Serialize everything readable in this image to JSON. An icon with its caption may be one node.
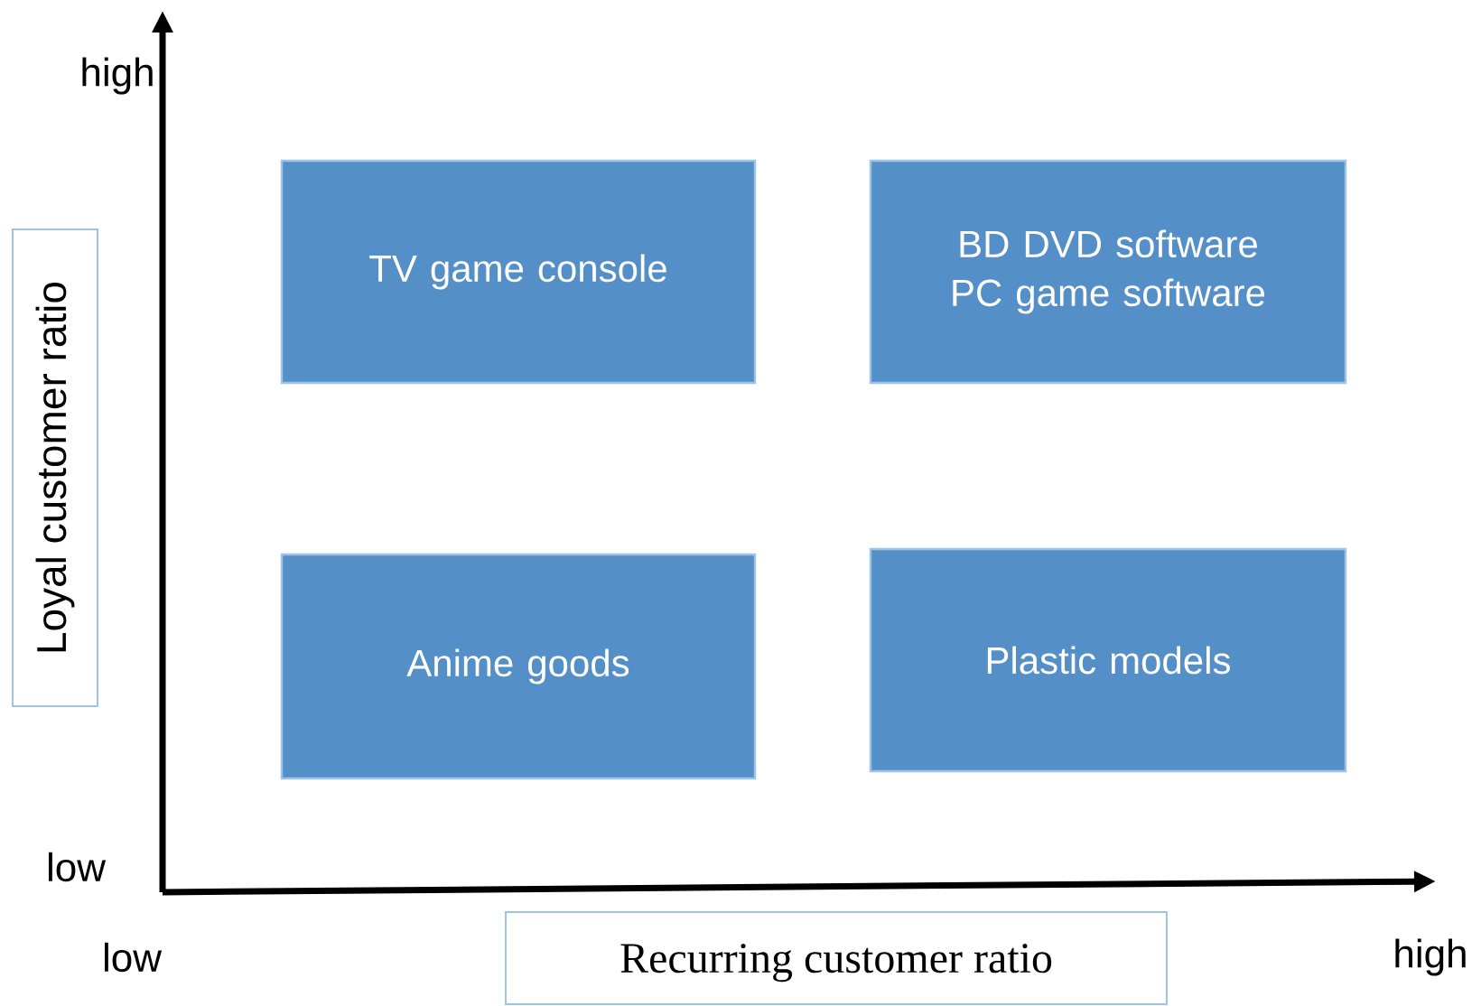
{
  "diagram": {
    "nodes": [
      {
        "text": [
          "TV game console"
        ]
      },
      {
        "text": [
          "BD DVD software PC game software"
        ]
      },
      {
        "text": [
          "Anime goods"
        ]
      },
      {
        "text": [
          "Plastic models"
        ]
      },
      {
        "text": [
          "Loyal customer ratio"
        ]
      },
      {
        "text": [
          "Recurring customer ratio"
        ]
      }
    ],
    "labels": [
      "high",
      "low",
      "low",
      "high"
    ]
  }
}
